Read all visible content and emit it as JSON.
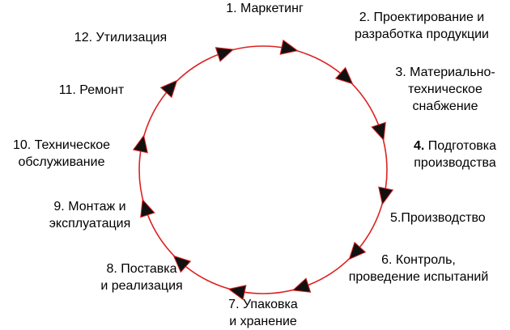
{
  "diagram": {
    "colors": {
      "circle": "#dd2222",
      "arrow_fill": "#111111",
      "text": "#000000"
    },
    "stages": [
      {
        "id": 1,
        "num": "1.",
        "lines": [
          "Маркетинг"
        ]
      },
      {
        "id": 2,
        "num": "2.",
        "lines": [
          "Проектирование и",
          "разработка продукции"
        ]
      },
      {
        "id": 3,
        "num": "3.",
        "lines": [
          "Материально-",
          "техническое",
          "снабжение"
        ]
      },
      {
        "id": 4,
        "num": "4.",
        "lines": [
          "Подготовка",
          "производства"
        ]
      },
      {
        "id": 5,
        "num": "5.",
        "lines": [
          "Производство"
        ]
      },
      {
        "id": 6,
        "num": "6.",
        "lines": [
          "Контроль,",
          "проведение испытаний"
        ]
      },
      {
        "id": 7,
        "num": "7.",
        "lines": [
          "Упаковка",
          "и хранение"
        ]
      },
      {
        "id": 8,
        "num": "8.",
        "lines": [
          "Поставка",
          "и реализация"
        ]
      },
      {
        "id": 9,
        "num": "9.",
        "lines": [
          "Монтаж и",
          "эксплуатация"
        ]
      },
      {
        "id": 10,
        "num": "10.",
        "lines": [
          "Техническое",
          "обслуживание"
        ]
      },
      {
        "id": 11,
        "num": "11.",
        "lines": [
          "Ремонт"
        ]
      },
      {
        "id": 12,
        "num": "12.",
        "lines": [
          "Утилизация"
        ]
      }
    ]
  }
}
